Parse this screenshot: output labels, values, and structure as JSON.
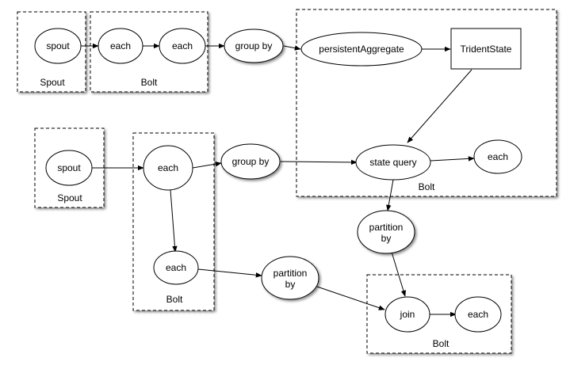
{
  "boxes": {
    "spout_top": "Spout",
    "bolt_top": "Bolt",
    "bolt_state": "Bolt",
    "spout_bottom": "Spout",
    "bolt_mid": "Bolt",
    "bolt_join": "Bolt"
  },
  "nodes": {
    "spout1": "spout",
    "each1": "each",
    "each2": "each",
    "groupby1": "group by",
    "persist": "persistentAggregate",
    "tridentstate": "TridentState",
    "spout2": "spout",
    "each3": "each",
    "groupby2": "group by",
    "statequery": "state query",
    "each4": "each",
    "partition1_l1": "partition",
    "partition1_l2": "by",
    "each5": "each",
    "partition2_l1": "partition",
    "partition2_l2": "by",
    "join": "join",
    "each6": "each"
  }
}
